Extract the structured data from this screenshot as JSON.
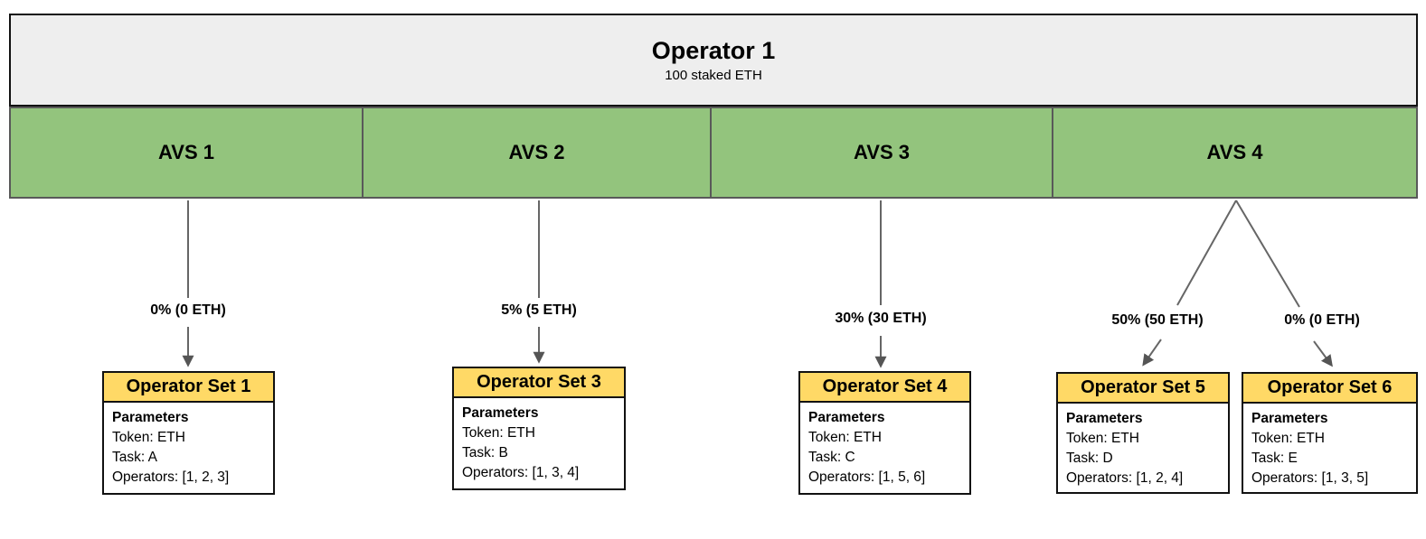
{
  "operator": {
    "title": "Operator 1",
    "subtitle": "100 staked ETH"
  },
  "avs": [
    {
      "label": "AVS 1"
    },
    {
      "label": "AVS 2"
    },
    {
      "label": "AVS 3"
    },
    {
      "label": "AVS 4"
    }
  ],
  "allocations": [
    {
      "label": "0% (0 ETH)"
    },
    {
      "label": "5% (5 ETH)"
    },
    {
      "label": "30% (30 ETH)"
    },
    {
      "label": "50% (50 ETH)"
    },
    {
      "label": "0% (0 ETH)"
    }
  ],
  "operator_sets": [
    {
      "title": "Operator Set 1",
      "heading": "Parameters",
      "lines": [
        "Token: ETH",
        "Task: A",
        "Operators: [1, 2, 3]"
      ]
    },
    {
      "title": "Operator Set 3",
      "heading": "Parameters",
      "lines": [
        "Token: ETH",
        "Task: B",
        "Operators: [1, 3, 4]"
      ]
    },
    {
      "title": "Operator Set 4",
      "heading": "Parameters",
      "lines": [
        "Token: ETH",
        "Task: C",
        "Operators: [1, 5, 6]"
      ]
    },
    {
      "title": "Operator Set 5",
      "heading": "Parameters",
      "lines": [
        "Token: ETH",
        "Task: D",
        "Operators: [1, 2, 4]"
      ]
    },
    {
      "title": "Operator Set 6",
      "heading": "Parameters",
      "lines": [
        "Token: ETH",
        "Task: E",
        "Operators: [1, 3, 5]"
      ]
    }
  ],
  "colors": {
    "header_bg": "#eeeeee",
    "avs_green": "#93c47d",
    "set_yellow": "#ffd966",
    "border_dark": "#111111",
    "line_gray": "#666666"
  }
}
